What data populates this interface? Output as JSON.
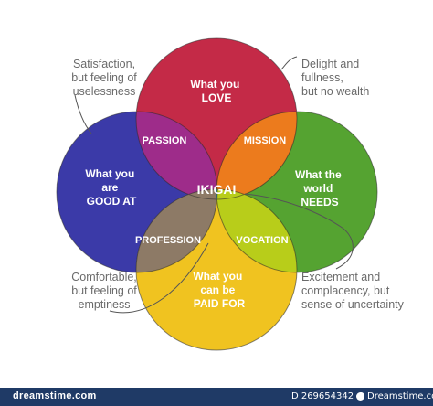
{
  "colors": {
    "love": "#c42a47",
    "world": "#55a331",
    "good": "#3b3aa8",
    "paid": "#f0c320",
    "passion": "#9e2c8a",
    "mission": "#ec7b1d",
    "vocation": "#b8cd1a",
    "profession": "#8d7a66",
    "center": "#2fb6e4",
    "note_text": "#6a6a6a",
    "footer_bg": "#1f3a66"
  },
  "circles": {
    "love": [
      "What you",
      "LOVE"
    ],
    "world": [
      "What the",
      "world",
      "NEEDS"
    ],
    "good": [
      "What you",
      "are",
      "GOOD AT"
    ],
    "paid": [
      "What you",
      "can be",
      "PAID FOR"
    ]
  },
  "overlaps": {
    "passion": "PASSION",
    "mission": "MISSION",
    "vocation": "VOCATION",
    "profession": "PROFESSION",
    "center": "IKIGAI"
  },
  "notes": {
    "top_left": [
      "Satisfaction,",
      "but feeling of",
      "uselessness"
    ],
    "top_right": [
      "Delight and",
      "fullness,",
      "but no wealth"
    ],
    "bottom_left": [
      "Comfortable,",
      "but feeling of",
      "emptiness"
    ],
    "bottom_right": [
      "Excitement and",
      "complacency, but",
      "sense of uncertainty"
    ]
  },
  "footer": {
    "logo": "dreamstime.com",
    "id": "ID 269654342 ©",
    "brand": "Dreamstime.com"
  }
}
